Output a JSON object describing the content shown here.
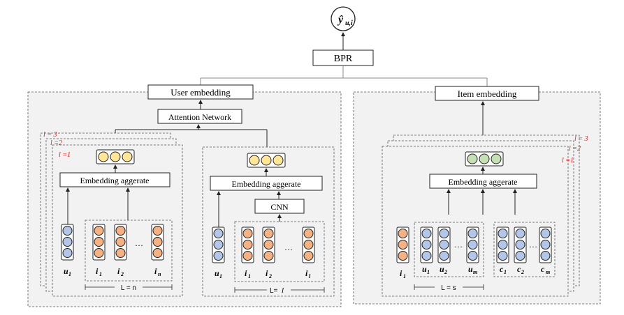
{
  "output_label": "ŷ",
  "output_subscript": "u,i",
  "bpr_label": "BPR",
  "user_embedding_label": "User embedding",
  "item_embedding_label": "Item embedding",
  "attention_label": "Attention Network",
  "embedding_aggregate_label": "Embedding aggerate",
  "cnn_label": "CNN",
  "layer_labels_user": [
    "l = 3",
    "l =2",
    "l =1"
  ],
  "layer_labels_item": [
    "l = 3",
    "l =2",
    "l =1"
  ],
  "ellipsis": "···",
  "user_left": {
    "u_base": "u",
    "u_sub": "1",
    "items": [
      {
        "base": "i",
        "sub": "1"
      },
      {
        "base": "i",
        "sub": "2"
      },
      {
        "base": "i",
        "sub": "n"
      }
    ],
    "length": "L = n"
  },
  "user_right": {
    "u_base": "u",
    "u_sub": "1",
    "items": [
      {
        "base": "i",
        "sub": "1"
      },
      {
        "base": "i",
        "sub": "2"
      },
      {
        "base": "i",
        "sub": "l"
      }
    ],
    "length_prefix": "L=",
    "length_var": "l"
  },
  "item_side": {
    "i_base": "i",
    "i_sub": "1",
    "users": [
      {
        "base": "u",
        "sub": "1"
      },
      {
        "base": "u",
        "sub": "2"
      },
      {
        "base": "u",
        "sub": "m"
      }
    ],
    "cats": [
      {
        "base": "c",
        "sub": "1"
      },
      {
        "base": "c",
        "sub": "2"
      },
      {
        "base": "c",
        "sub": "m"
      }
    ],
    "length": "L = s"
  },
  "colors": {
    "blue_node": "#b4c6e7",
    "orange_node": "#f4b183",
    "yellow_node": "#ffe699",
    "green_node": "#c5e0b4",
    "panel_bg": "#f2f2f2",
    "layer_label": "#e01b1b"
  }
}
